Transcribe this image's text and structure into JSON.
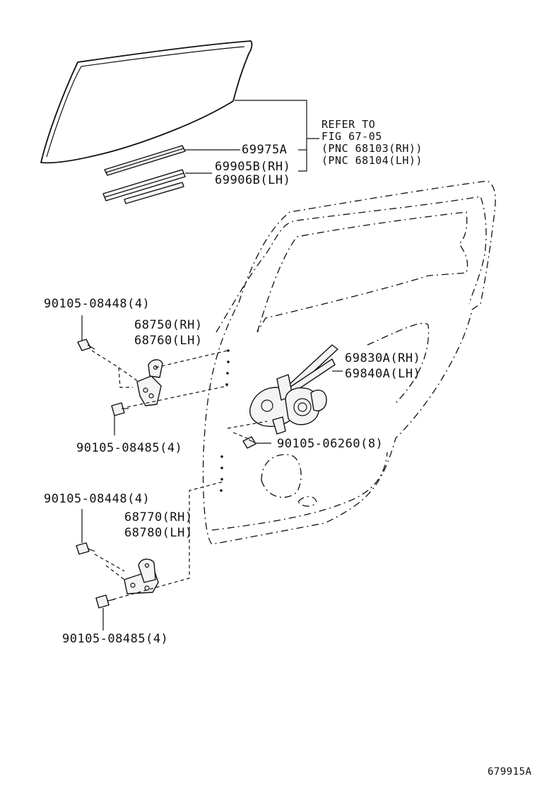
{
  "reference": {
    "line1": "REFER TO",
    "line2": "FIG 67-05",
    "line3": "(PNC 68103(RH))",
    "line4": "(PNC 68104(LH))"
  },
  "parts": {
    "p69975A": "69975A",
    "p69905B": "69905B(RH)",
    "p69906B": "69906B(LH)",
    "p90105_08448_upper": "90105-08448(4)",
    "p68750": "68750(RH)",
    "p68760": "68760(LH)",
    "p69830A": "69830A(RH)",
    "p69840A": "69840A(LH)",
    "p90105_08485_upper": "90105-08485(4)",
    "p90105_06260": "90105-06260(8)",
    "p90105_08448_lower": "90105-08448(4)",
    "p68770": "68770(RH)",
    "p68780": "68780(LH)",
    "p90105_08485_lower": "90105-08485(4)"
  },
  "figure_id": "679915A"
}
